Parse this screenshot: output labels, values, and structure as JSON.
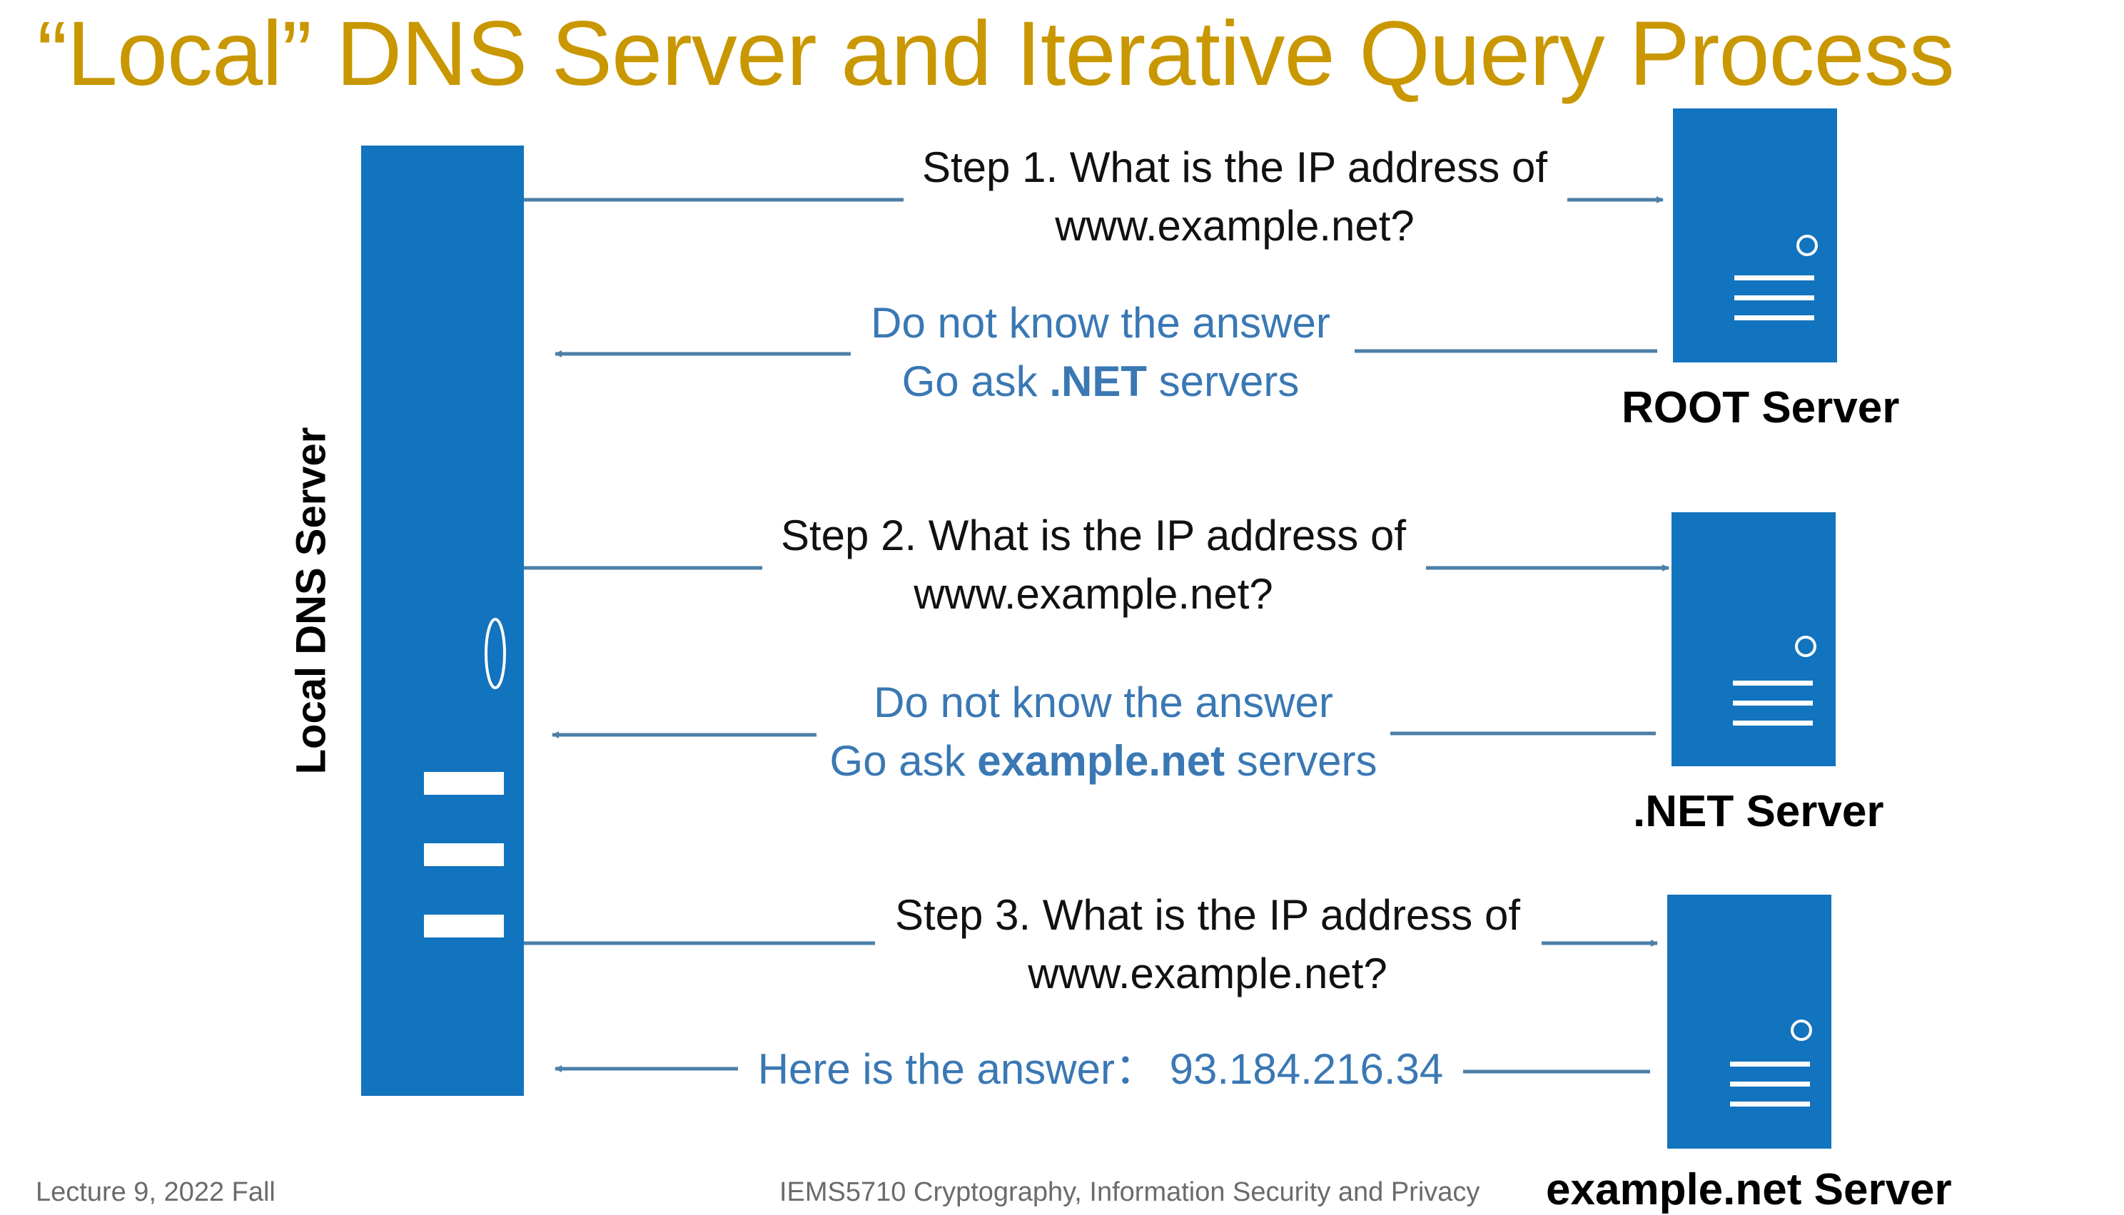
{
  "title": "“Local” DNS Server and Iterative Query Process",
  "local_server": {
    "label": "Local DNS Server"
  },
  "servers": [
    {
      "label": "ROOT Server"
    },
    {
      "label": ".NET Server"
    },
    {
      "label": "example.net Server"
    }
  ],
  "exchanges": [
    {
      "request": {
        "line1": "Step 1. What is the IP address of",
        "line2": "www.example.net?"
      },
      "response": {
        "line1": "Do not know the answer",
        "line2_pre": "Go ask ",
        "line2_bold": ".NET",
        "line2_post": " servers"
      }
    },
    {
      "request": {
        "line1": "Step 2. What is the IP address of",
        "line2": "www.example.net?"
      },
      "response": {
        "line1": "Do not know the answer",
        "line2_pre": "Go ask ",
        "line2_bold": "example.net",
        "line2_post": " servers"
      }
    },
    {
      "request": {
        "line1": "Step 3. What is the IP address of",
        "line2": "www.example.net?"
      },
      "response": {
        "line1": "Here is the answer：  93.184.216.34"
      }
    }
  ],
  "footer": {
    "left": "Lecture 9, 2022 Fall",
    "center": "IEMS5710 Cryptography, Information Security and Privacy"
  },
  "colors": {
    "title": "#c99700",
    "server": "#1273be",
    "request_arrow": "#4b7fa8",
    "response_text": "#3a78b4"
  }
}
